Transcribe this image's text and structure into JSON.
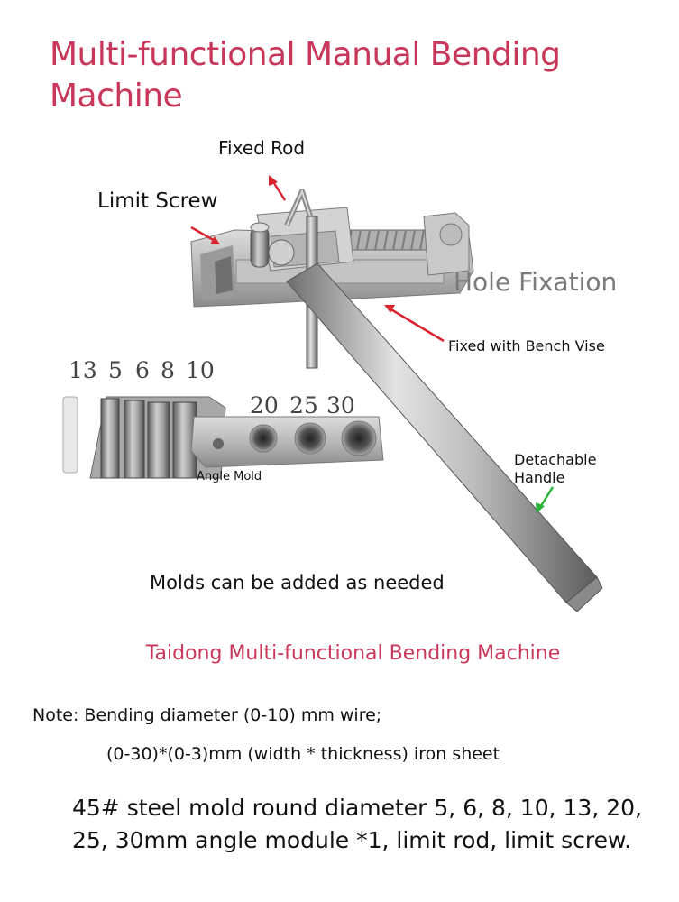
{
  "title": "Multi-functional Manual Bending Machine",
  "labels": {
    "fixed_rod": "Fixed Rod",
    "limit_screw": "Limit Screw",
    "hole_fixation": "Hole Fixation",
    "bench_vise": "Fixed with Bench Vise",
    "handle_line1": "Detachable",
    "handle_line2": "Handle",
    "angle_mold": "Angle Mold",
    "molds_note": "Molds can be added as needed"
  },
  "mold_sizes_small": [
    "13",
    "5",
    "6",
    "8",
    "10"
  ],
  "mold_sizes_large": [
    "20",
    "25",
    "30"
  ],
  "subtitle": "Taidong Multi-functional Bending Machine",
  "note_line1": "Note: Bending diameter (0-10) mm wire;",
  "note_line2": "(0-30)*(0-3)mm (width * thickness) iron sheet",
  "spec_text": "45# steel mold round diameter 5, 6, 8, 10, 13, 20, 25, 30mm angle module *1, limit rod, limit screw.",
  "colors": {
    "title": "#c8375a",
    "arrow_red": "#d9232e",
    "arrow_green": "#2bb23a",
    "metal_light": "#d6d6d6",
    "metal_dark": "#7a7a7a"
  }
}
